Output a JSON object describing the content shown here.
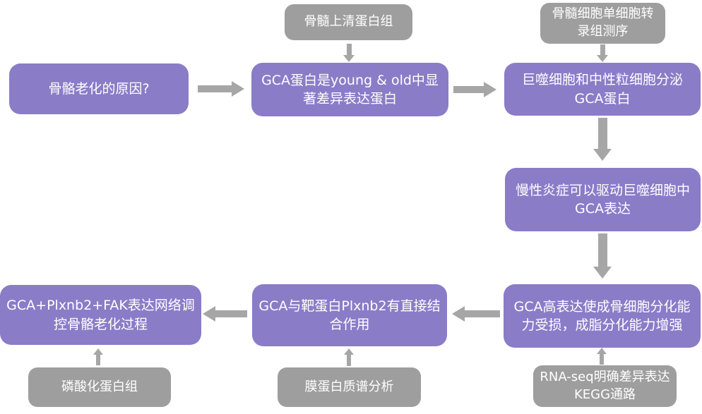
{
  "colors": {
    "purple": "#8B7CC8",
    "gray": "#9E9E9E",
    "arrow": "#A6A6A6",
    "text": "#FFFFFF",
    "bg": "#FFFFFF"
  },
  "nodes": {
    "question": {
      "label": "骨骼老化的原因?",
      "type": "main"
    },
    "supernatant_proteome": {
      "label": "骨髓上清蛋白组",
      "type": "method"
    },
    "gca_diff": {
      "label": "GCA蛋白是young & old中显著差异表达蛋白",
      "type": "main"
    },
    "single_cell_seq": {
      "label": "骨髓细胞单细胞转录组测序",
      "type": "method"
    },
    "macrophage_secrete": {
      "label": "巨噬细胞和中性粒细胞分泌GCA蛋白",
      "type": "main"
    },
    "inflammation": {
      "label": "慢性炎症可以驱动巨噬细胞中GCA表达",
      "type": "main"
    },
    "gca_high": {
      "label": "GCA高表达使成骨细胞分化能力受损，成脂分化能力增强",
      "type": "main"
    },
    "rna_seq": {
      "label": "RNA-seq明确差异表达KEGG通路",
      "type": "method"
    },
    "plxnb2_binding": {
      "label": "GCA与靶蛋白Plxnb2有直接结合作用",
      "type": "main"
    },
    "membrane_ms": {
      "label": "膜蛋白质谱分析",
      "type": "method"
    },
    "network": {
      "label": "GCA+Plxnb2+FAK表达网络调控骨骼老化过程",
      "type": "main"
    },
    "phospho_proteome": {
      "label": "磷酸化蛋白组",
      "type": "method"
    }
  },
  "edges": [
    {
      "from": "question",
      "to": "gca_diff",
      "direction": "right"
    },
    {
      "from": "supernatant_proteome",
      "to": "gca_diff",
      "direction": "down"
    },
    {
      "from": "gca_diff",
      "to": "macrophage_secrete",
      "direction": "right"
    },
    {
      "from": "single_cell_seq",
      "to": "macrophage_secrete",
      "direction": "down"
    },
    {
      "from": "macrophage_secrete",
      "to": "inflammation",
      "direction": "down"
    },
    {
      "from": "inflammation",
      "to": "gca_high",
      "direction": "down"
    },
    {
      "from": "rna_seq",
      "to": "gca_high",
      "direction": "up"
    },
    {
      "from": "gca_high",
      "to": "plxnb2_binding",
      "direction": "left"
    },
    {
      "from": "membrane_ms",
      "to": "plxnb2_binding",
      "direction": "up"
    },
    {
      "from": "plxnb2_binding",
      "to": "network",
      "direction": "left"
    },
    {
      "from": "phospho_proteome",
      "to": "network",
      "direction": "up"
    }
  ]
}
